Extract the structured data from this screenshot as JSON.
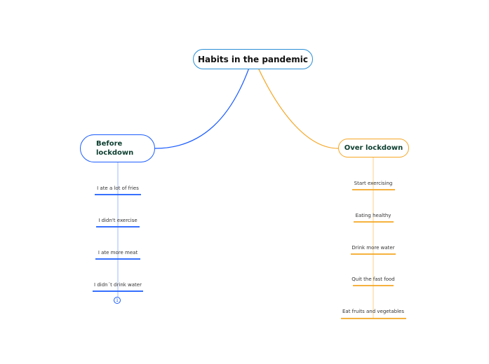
{
  "central": {
    "label": "Habits in the pandemic"
  },
  "branches": [
    {
      "label": "Before lockdown",
      "color": "#1a5cff",
      "children": [
        "I ate a lot of fries",
        "I didn't exercise",
        "I ate more meat",
        "I didn´t drink water"
      ],
      "collapsed_count": "1"
    },
    {
      "label": "Over lockdown",
      "color": "#f5a623",
      "children": [
        "Start exercising",
        "Eating healthy",
        "Drink more water",
        "Quit the fast food",
        "Eat fruits and vegetables"
      ]
    }
  ]
}
